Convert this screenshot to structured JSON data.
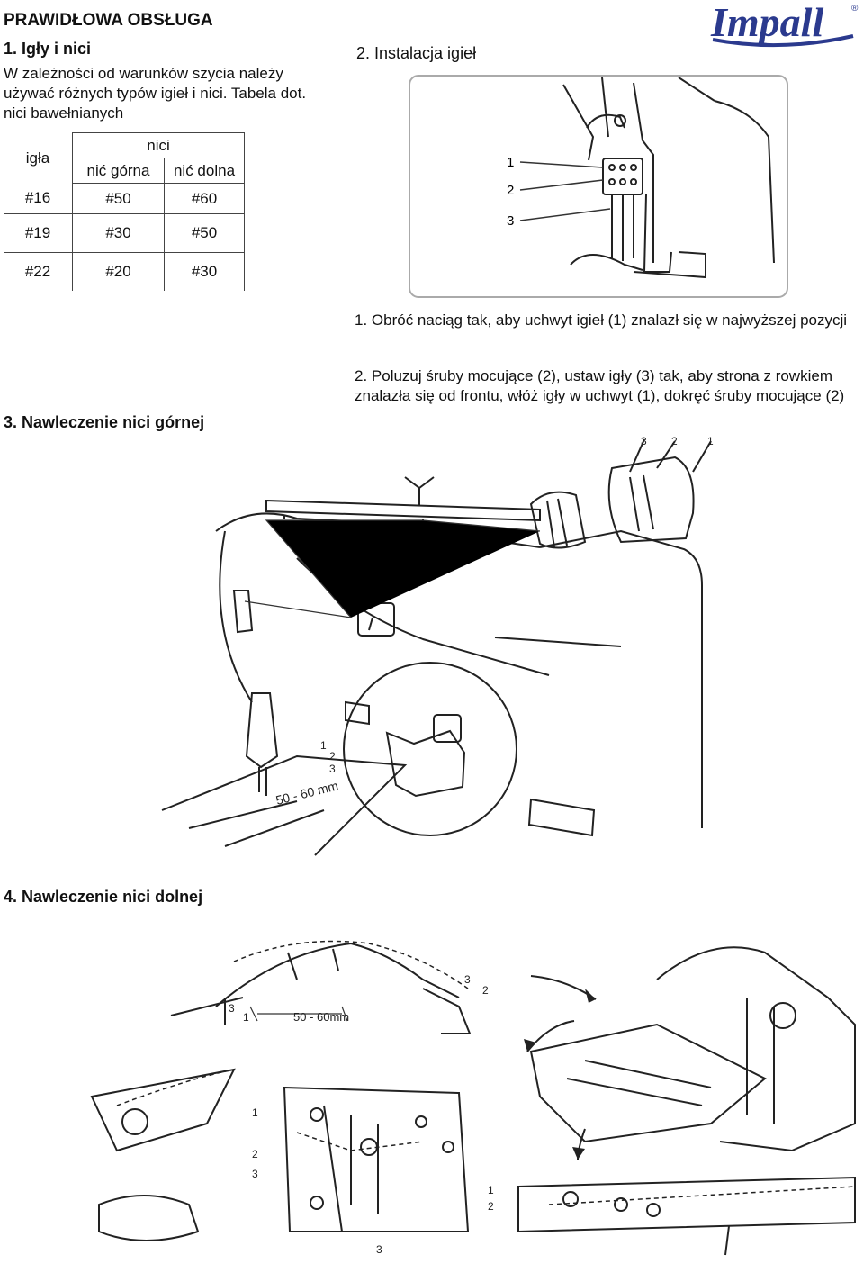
{
  "header": {
    "title": "PRAWIDŁOWA OBSŁUGA",
    "logo_text": "Impall",
    "logo_reg": "®"
  },
  "section1": {
    "heading": "1. Igły i nici",
    "intro": "W zależności od warunków szycia należy używać różnych typów igieł i nici. Tabela dot. nici bawełnianych",
    "table": {
      "col_needle": "igła",
      "col_thread": "nici",
      "col_upper": "nić górna",
      "col_lower": "nić dolna",
      "rows": [
        [
          "#16",
          "#50",
          "#60"
        ],
        [
          "#19",
          "#30",
          "#50"
        ],
        [
          "#22",
          "#20",
          "#30"
        ]
      ]
    }
  },
  "section2": {
    "heading": "2. Instalacja igieł",
    "fig_labels": [
      "1",
      "2",
      "3"
    ],
    "step1": "1. Obróć naciąg tak, aby uchwyt igieł (1) znalazł się w najwyższej pozycji",
    "step2": "2. Poluzuj śruby mocujące (2), ustaw igły (3) tak, aby strona z rowkiem znalazła się od frontu, włóż igły w uchwyt (1), dokręć śruby mocujące (2)"
  },
  "section3": {
    "heading": "3. Nawleczenie nici górnej",
    "fig_labels": [
      "3",
      "2",
      "1",
      "1",
      "2",
      "3"
    ],
    "measure": "50 - 60 mm"
  },
  "section4": {
    "heading": "4. Nawleczenie nici dolnej",
    "measure": "50 - 60mm",
    "fig_labels": [
      "3",
      "3",
      "2",
      "1",
      "1",
      "2",
      "3",
      "1",
      "2",
      "3"
    ]
  },
  "colors": {
    "logo": "#2b3a8e",
    "line": "#222222"
  }
}
